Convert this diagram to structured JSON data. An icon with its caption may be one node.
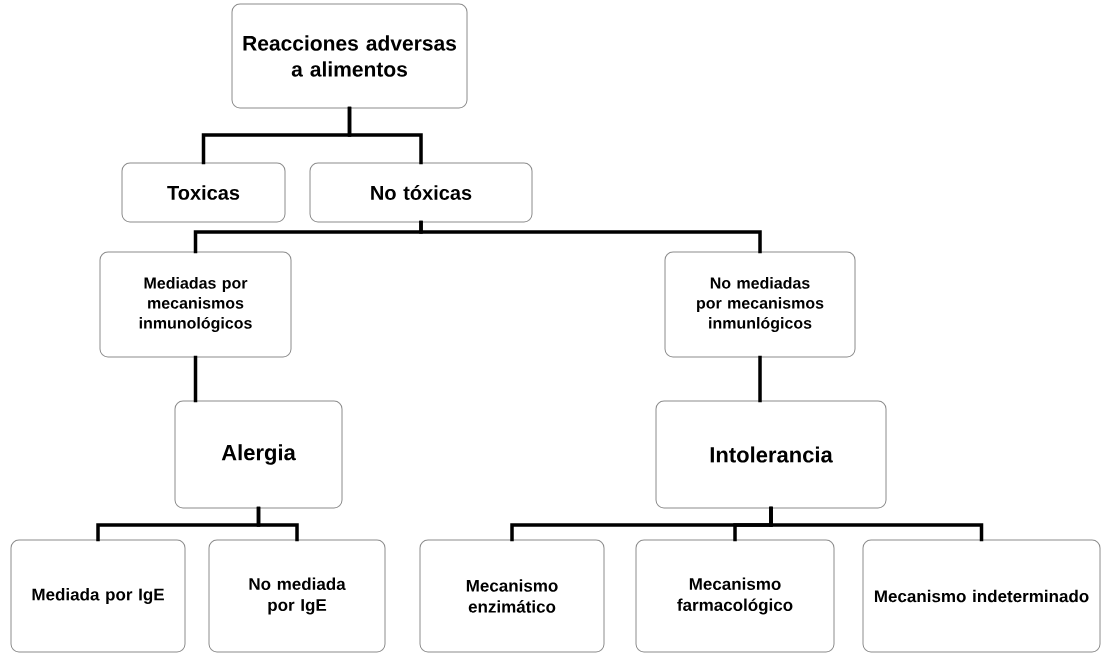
{
  "diagram": {
    "nodes": [
      {
        "text": [
          "Reacciones adversas a alimentos"
        ]
      },
      {
        "text": [
          "Toxicas"
        ]
      },
      {
        "text": [
          "No tóxicas"
        ]
      },
      {
        "text": [
          "Mediadas por mecanismos inmunológicos"
        ]
      },
      {
        "text": [
          "No mediadas por mecanismos inmunlógicos"
        ]
      },
      {
        "text": [
          "Alergia"
        ]
      },
      {
        "text": [
          "Intolerancia"
        ]
      },
      {
        "text": [
          "Mediada por IgE"
        ]
      },
      {
        "text": [
          "No mediada por IgE"
        ]
      },
      {
        "text": [
          "Mecanismo enzimático"
        ]
      },
      {
        "text": [
          "Mecanismo farmacológico"
        ]
      },
      {
        "text": [
          "Mecanismo indeterminado"
        ]
      }
    ],
    "edges": [
      {
        "from": 0,
        "to": 1,
        "arrow": "none"
      },
      {
        "from": 0,
        "to": 2,
        "arrow": "none"
      },
      {
        "from": 2,
        "to": 3,
        "arrow": "none"
      },
      {
        "from": 2,
        "to": 4,
        "arrow": "none"
      },
      {
        "from": 3,
        "to": 5,
        "arrow": "none"
      },
      {
        "from": 4,
        "to": 6,
        "arrow": "none"
      },
      {
        "from": 5,
        "to": 7,
        "arrow": "none"
      },
      {
        "from": 5,
        "to": 8,
        "arrow": "none"
      },
      {
        "from": 6,
        "to": 9,
        "arrow": "none"
      },
      {
        "from": 6,
        "to": 10,
        "arrow": "none"
      },
      {
        "from": 6,
        "to": 11,
        "arrow": "none"
      }
    ]
  }
}
